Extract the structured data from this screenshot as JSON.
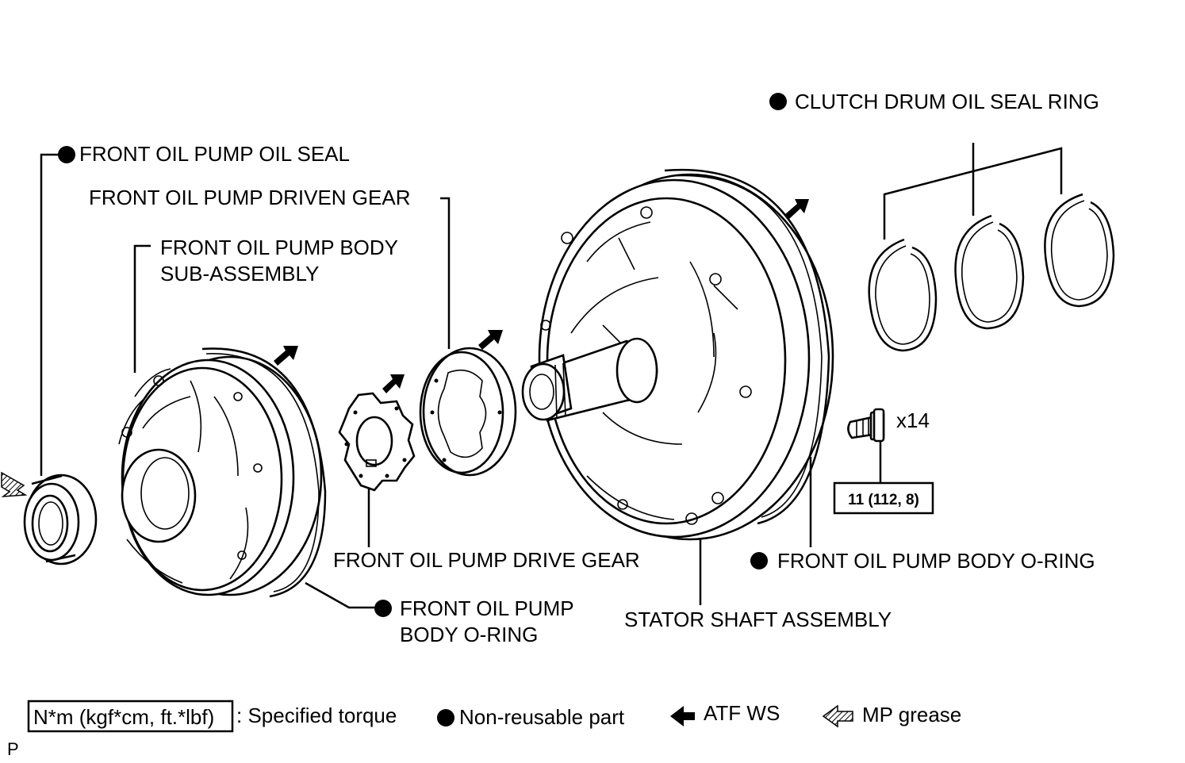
{
  "labels": {
    "clutch_drum_oil_seal_ring": "CLUTCH DRUM OIL SEAL RING",
    "front_oil_pump_oil_seal": "FRONT OIL PUMP OIL SEAL",
    "front_oil_pump_driven_gear": "FRONT OIL PUMP DRIVEN GEAR",
    "front_oil_pump_body_line1": "FRONT OIL PUMP BODY",
    "front_oil_pump_body_line2": "SUB-ASSEMBLY",
    "bolt_quantity": "x14",
    "torque_value": "11 (112, 8)",
    "front_oil_pump_drive_gear": "FRONT OIL PUMP DRIVE GEAR",
    "front_oil_pump_body_oring_right": "FRONT OIL PUMP BODY O-RING",
    "front_oil_pump_body_oring_left_line1": "FRONT OIL PUMP",
    "front_oil_pump_body_oring_left_line2": "BODY O-RING",
    "stator_shaft_assembly": "STATOR SHAFT ASSEMBLY",
    "page_marker": "P"
  },
  "legend": {
    "torque_box": "N*m (kgf*cm, ft.*lbf)",
    "torque_desc": ": Specified torque",
    "non_reusable": "Non-reusable part",
    "atf_ws": "ATF WS",
    "mp_grease": "MP grease"
  },
  "icons": {
    "non_reusable": "filled-circle-icon",
    "atf_ws": "solid-arrow-icon",
    "mp_grease": "hatched-arrow-icon"
  }
}
